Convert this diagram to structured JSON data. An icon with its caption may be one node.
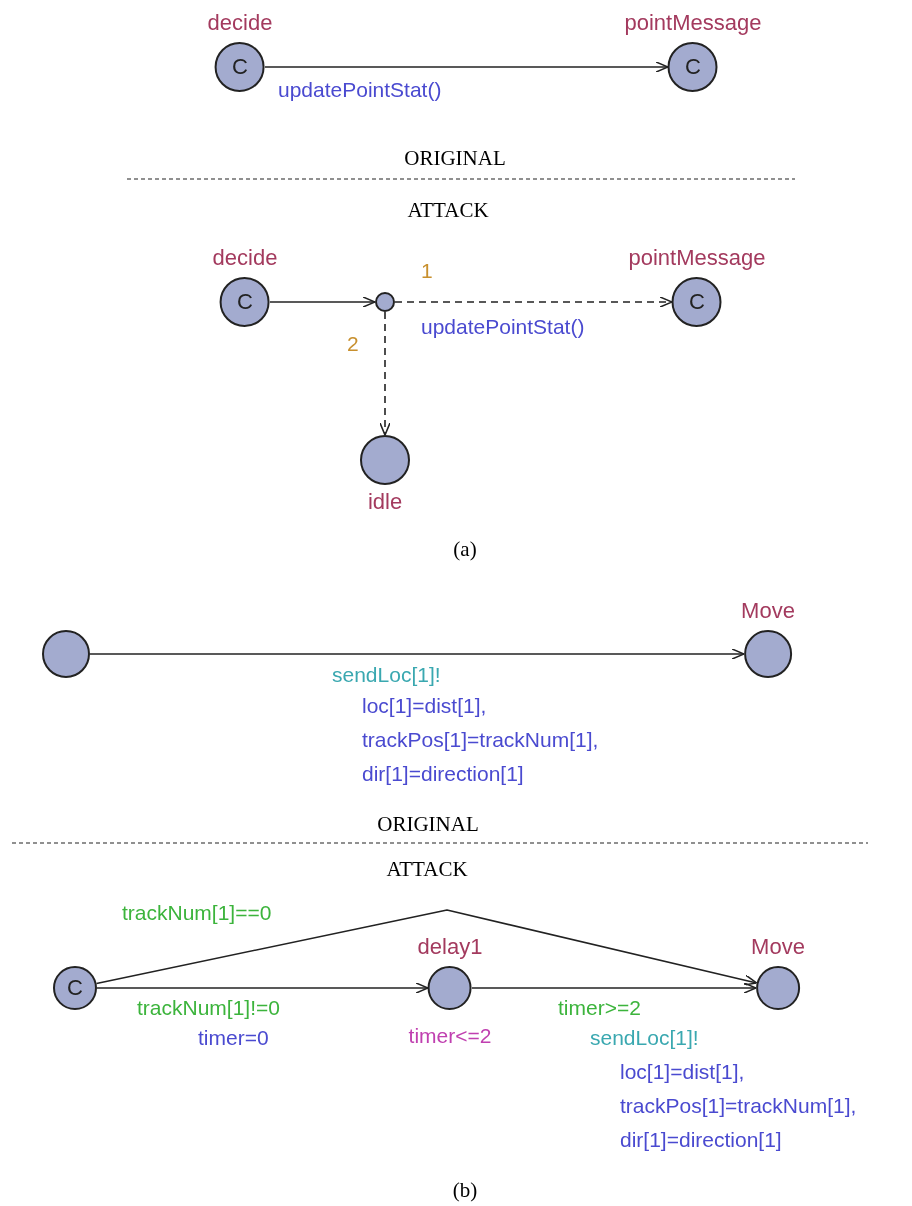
{
  "diagram": {
    "nodes": [
      {
        "text": [
          "decide",
          "C"
        ]
      },
      {
        "text": [
          "pointMessage",
          "C"
        ]
      },
      {
        "text": [
          "decide",
          "C"
        ]
      },
      {
        "text": [],
        "shape": "circle"
      },
      {
        "text": [
          "pointMessage",
          "C"
        ]
      },
      {
        "text": [
          "idle"
        ]
      },
      {
        "text": [],
        "shape": "circle"
      },
      {
        "text": [
          "Move"
        ]
      },
      {
        "text": [
          "C"
        ]
      },
      {
        "text": [
          "delay1"
        ],
        "beside": [
          "timer<=2"
        ]
      },
      {
        "text": [
          "Move"
        ]
      }
    ],
    "edges": [
      {
        "from": 0,
        "to": 1,
        "arrow": "to",
        "label": "updatePointStat()"
      },
      {
        "from": 2,
        "to": 3,
        "arrow": "to"
      },
      {
        "from": 3,
        "to": 4,
        "arrow": "to",
        "label": "1",
        "style": "dashed"
      },
      {
        "from": 3,
        "to": 5,
        "arrow": "to",
        "label": "2",
        "style": "dashed"
      },
      {
        "from": 6,
        "to": 7,
        "arrow": "to",
        "label": "sendLoc[1]!"
      },
      {
        "from": 8,
        "to": 10,
        "arrow": "to",
        "label": "trackNum[1]==0"
      },
      {
        "from": 8,
        "to": 9,
        "arrow": "to",
        "label": "trackNum[1]!=0"
      },
      {
        "from": 9,
        "to": 10,
        "arrow": "to",
        "label": "timer>=2"
      }
    ],
    "labels": [
      "ORIGINAL",
      "ATTACK",
      "updatePointStat()",
      "(a)",
      "loc[1]=dist[1],",
      "trackPos[1]=trackNum[1],",
      "dir[1]=direction[1]",
      "ORIGINAL",
      "ATTACK",
      "timer=0",
      "sendLoc[1]!",
      "loc[1]=dist[1],",
      "trackPos[1]=trackNum[1],",
      "dir[1]=direction[1]",
      "(b)"
    ]
  }
}
